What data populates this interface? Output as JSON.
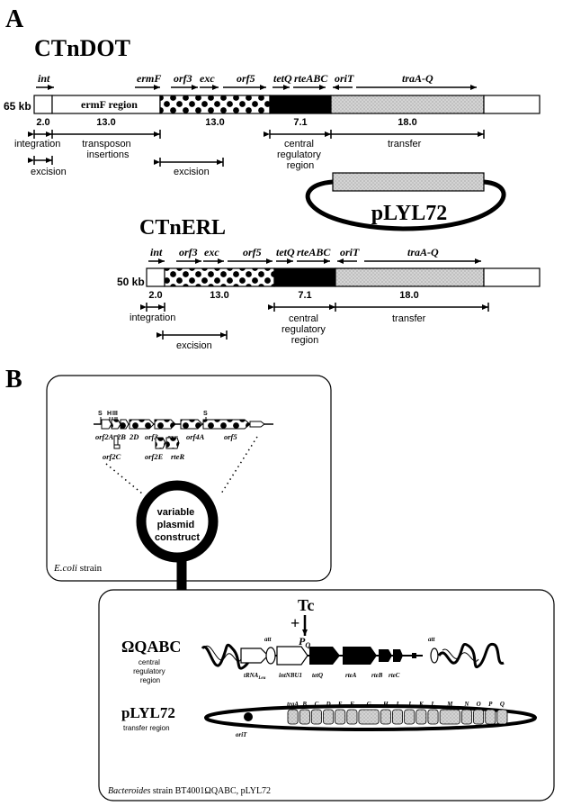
{
  "panel_a": {
    "letter": "A",
    "ctndot": {
      "title": "CTnDOT",
      "size": "65 kb",
      "genes": [
        "int",
        "ermF",
        "orf3",
        "exc",
        "orf5",
        "tetQ",
        "rteABC",
        "oriT",
        "traA-Q"
      ],
      "region_text": "ermF region",
      "segments": [
        "2.0",
        "13.0",
        "13.0",
        "7.1",
        "18.0"
      ],
      "functions": [
        "integration",
        "excision",
        "transposon insertions",
        "excision",
        "central regulatory region",
        "transfer"
      ]
    },
    "plylbox": {
      "label": "pLYL72"
    },
    "ctnerl": {
      "title": "CTnERL",
      "size": "50 kb",
      "genes": [
        "int",
        "orf3",
        "exc",
        "orf5",
        "tetQ",
        "rteABC",
        "oriT",
        "traA-Q"
      ],
      "segments": [
        "2.0",
        "13.0",
        "7.1",
        "18.0"
      ],
      "functions": [
        "integration",
        "excision",
        "central regulatory region",
        "transfer"
      ]
    }
  },
  "panel_b": {
    "letter": "B",
    "ecoli": {
      "site_labels": [
        "S",
        "H",
        "S"
      ],
      "genes_top": [
        "orf2A",
        "2B",
        "2D",
        "orf3",
        "exc",
        "orf4A",
        "orf5"
      ],
      "genes_low": [
        "orf2C",
        "orf2E",
        "rteR"
      ],
      "plasmid_label": "variable plasmid construct",
      "strain_name": "E.coli",
      "strain_suffix": " strain"
    },
    "bacteroides": {
      "tc": "Tc",
      "plus": "+",
      "promoter": "P",
      "promoter_sub": "Q",
      "omega_name": "ΩQABC",
      "omega_desc": "central regulatory region",
      "att": "att",
      "trna": "tRNA",
      "trna_sub": "Leu",
      "omega_genes": [
        "intNBU1",
        "tetQ",
        "rteA",
        "rteB",
        "rteC"
      ],
      "plyl_name": "pLYL72",
      "plyl_desc": "transfer region",
      "oriT": "oriT",
      "tra_genes": [
        "traA",
        "B",
        "C",
        "D",
        "E",
        "F",
        "G",
        "H",
        "I",
        "J",
        "K",
        "L",
        "M",
        "N",
        "O",
        "P",
        "Q"
      ],
      "strain_name": "Bacteroides",
      "strain_suffix": " strain BT4001ΩQABC, pLYL72"
    }
  }
}
